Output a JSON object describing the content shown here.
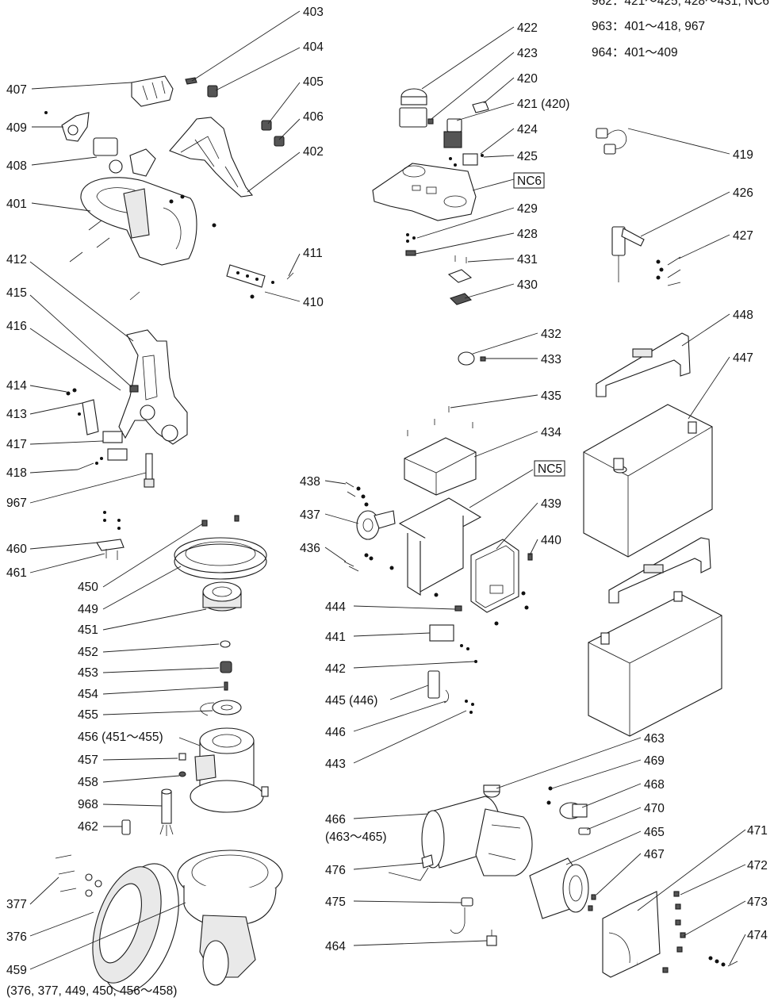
{
  "notes": [
    "962：421～425, 428～431, NC6",
    "963：401～418, 967",
    "964：401～409"
  ],
  "labels": {
    "l403": "403",
    "l404": "404",
    "l407": "407",
    "l405": "405",
    "l406": "406",
    "l409": "409",
    "l408": "408",
    "l402": "402",
    "l401": "401",
    "l411": "411",
    "l410": "410",
    "l412": "412",
    "l415": "415",
    "l416": "416",
    "l414": "414",
    "l413": "413",
    "l417": "417",
    "l418": "418",
    "l967": "967",
    "l460": "460",
    "l461": "461",
    "l450": "450",
    "l449": "449",
    "l451": "451",
    "l452": "452",
    "l453": "453",
    "l454": "454",
    "l455": "455",
    "l456": "456 (451～455)",
    "l457": "457",
    "l458": "458",
    "l968": "968",
    "l462": "462",
    "l377": "377",
    "l376": "376",
    "l459": "459",
    "l459sub": "(376, 377, 449, 450, 456～458)",
    "l422": "422",
    "l423": "423",
    "l420": "420",
    "l421": "421 (420)",
    "l424": "424",
    "l425": "425",
    "nc6": "NC6",
    "l429": "429",
    "l428": "428",
    "l431": "431",
    "l430": "430",
    "l419": "419",
    "l426": "426",
    "l427": "427",
    "l432": "432",
    "l433": "433",
    "l435": "435",
    "l434": "434",
    "nc5": "NC5",
    "l438": "438",
    "l437": "437",
    "l439": "439",
    "l440": "440",
    "l436": "436",
    "l444": "444",
    "l441": "441",
    "l442": "442",
    "l445": "445 (446)",
    "l446": "446",
    "l443": "443",
    "l448": "448",
    "l447": "447",
    "l463": "463",
    "l469": "469",
    "l468": "468",
    "l470": "470",
    "l466": "466",
    "l466sub": "(463～465)",
    "l465": "465",
    "l467": "467",
    "l471": "471",
    "l472": "472",
    "l473": "473",
    "l474": "474",
    "l476": "476",
    "l475": "475",
    "l464": "464"
  }
}
